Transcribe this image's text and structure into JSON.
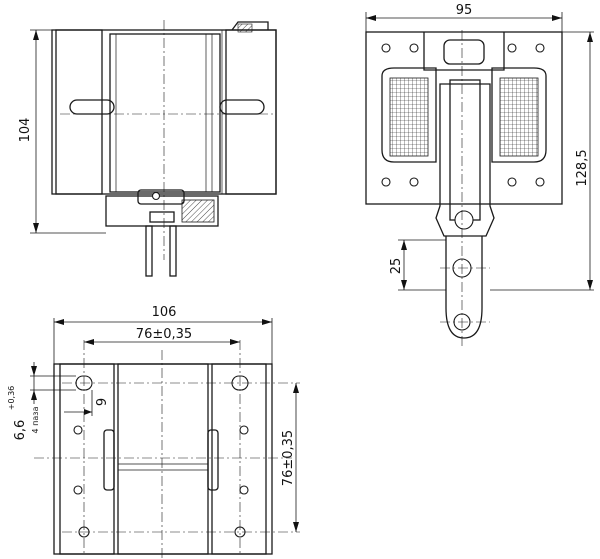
{
  "dimensions": {
    "height_side": "104",
    "width_top_right": "95",
    "height_right": "128,5",
    "offset_25": "25",
    "width_bottom": "106",
    "hole_spacing_h": "76±0,35",
    "hole_spacing_v": "76±0,35",
    "slot_dim_main": "6,6",
    "slot_tol_upper": "+0,36",
    "slot_tol_lower": "4 пазa",
    "small_dim": "9"
  }
}
